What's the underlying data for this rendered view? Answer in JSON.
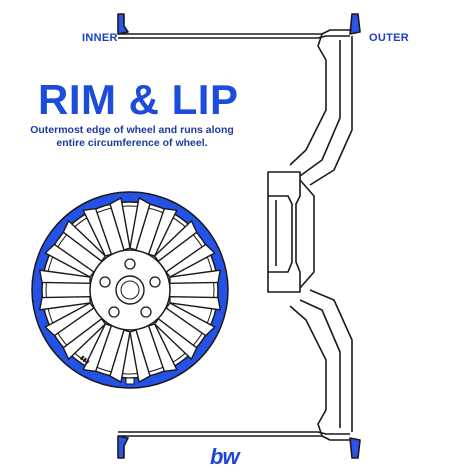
{
  "labels": {
    "inner": "INNER",
    "outer": "OUTER"
  },
  "title": "RIM & LIP",
  "subtitle": "Outermost edge of wheel and runs along entire circumference of wheel.",
  "logo_text": "bw",
  "colors": {
    "accent_blue": "#1d4cdc",
    "label_blue": "#1b3fc9",
    "outline": "#1a1a1a",
    "highlight_ring": "#2451e6"
  },
  "icons": {
    "wheel": "wheel-front-icon",
    "profile": "wheel-profile-icon",
    "logo": "bw-logo-icon"
  }
}
